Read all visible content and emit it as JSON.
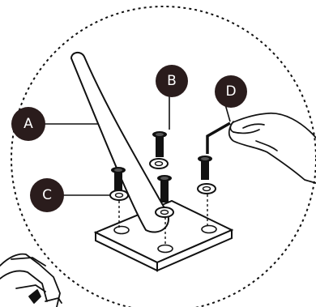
{
  "diagram": {
    "kind": "assembly-detail",
    "callouts": [
      {
        "letter": "A",
        "part": "leg"
      },
      {
        "letter": "B",
        "part": "bolt"
      },
      {
        "letter": "C",
        "part": "washer"
      },
      {
        "letter": "D",
        "part": "allen-key"
      }
    ],
    "colors": {
      "ink": "#111111",
      "callout_fill": "#2a1c1c",
      "callout_text": "#ffffff",
      "background": "#ffffff"
    }
  }
}
